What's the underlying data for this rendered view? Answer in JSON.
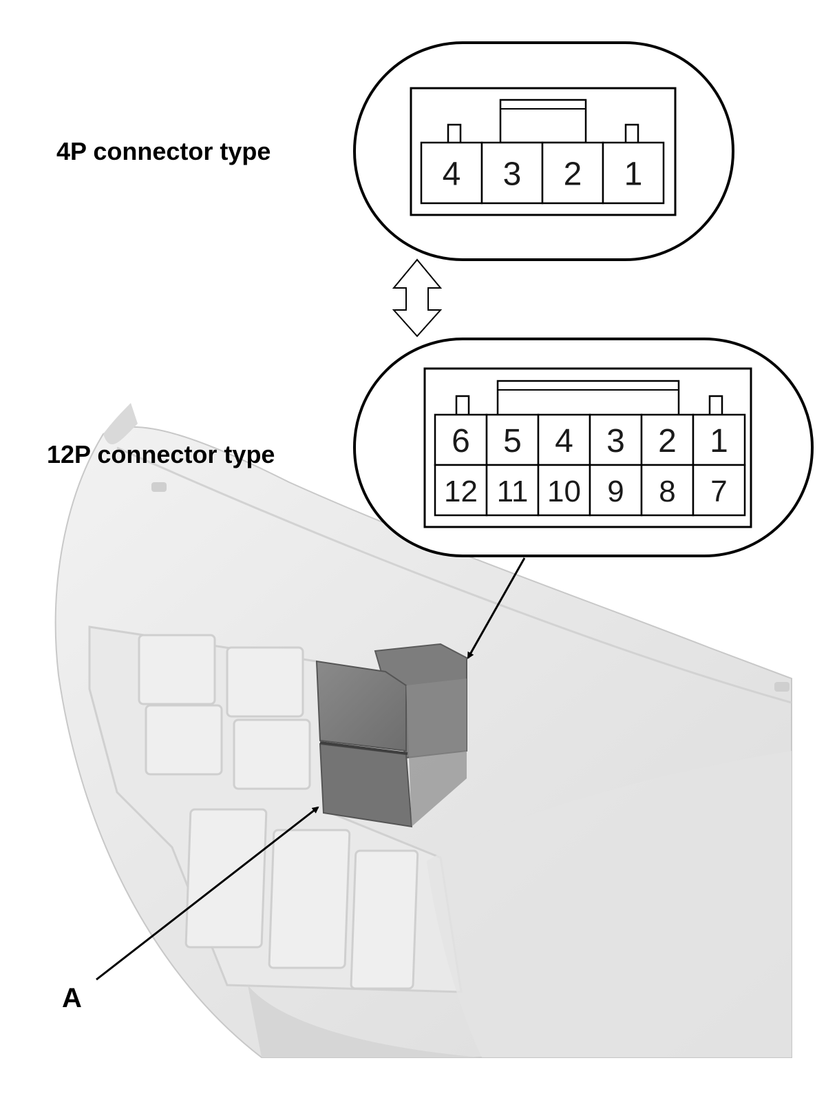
{
  "connector_4p": {
    "label": "4P connector type",
    "pins": [
      "4",
      "3",
      "2",
      "1"
    ]
  },
  "connector_12p": {
    "label": "12P connector type",
    "pins_top": [
      "6",
      "5",
      "4",
      "3",
      "2",
      "1"
    ],
    "pins_bottom": [
      "12",
      "11",
      "10",
      "9",
      "8",
      "7"
    ]
  },
  "callout": {
    "label": "A"
  }
}
